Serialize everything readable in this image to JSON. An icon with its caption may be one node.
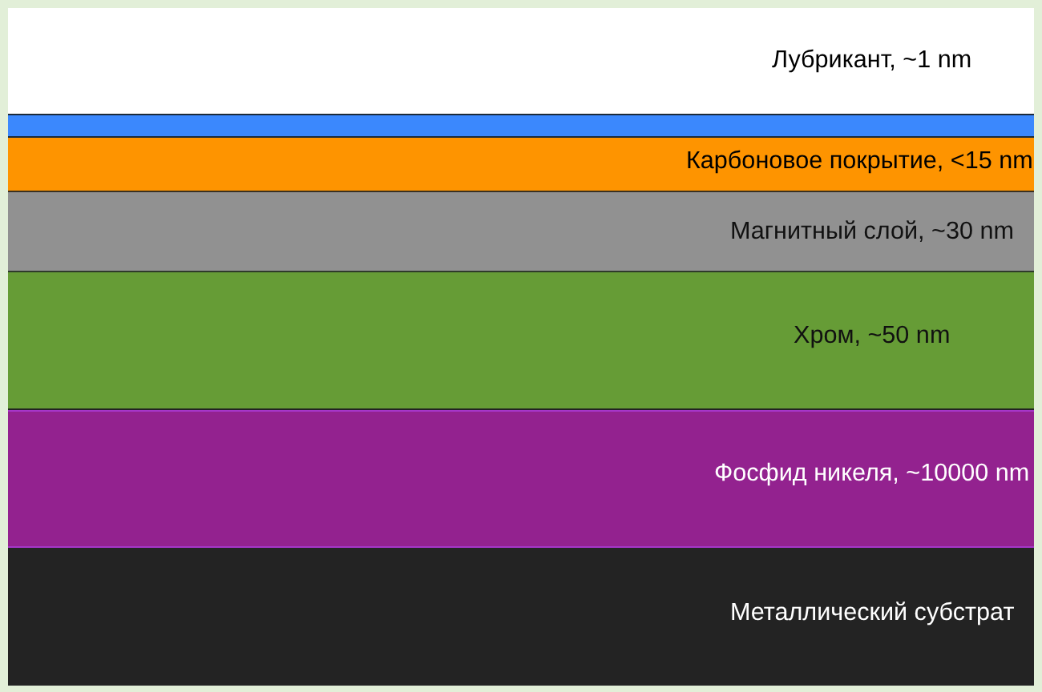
{
  "diagram": {
    "nodes": [
      {
        "text": [],
        "shape": "bar",
        "beside": [
          "Лубрикант, ~1 nm"
        ]
      },
      {
        "text": [
          "Карбоновое покрытие, <15 nm"
        ]
      },
      {
        "text": [
          "Магнитный слой, ~30 nm"
        ]
      },
      {
        "text": [
          "Хром, ~50 nm"
        ]
      },
      {
        "text": [
          "Фосфид никеля, ~10000 nm"
        ]
      },
      {
        "text": [
          "Металлический субстрат"
        ]
      }
    ]
  }
}
